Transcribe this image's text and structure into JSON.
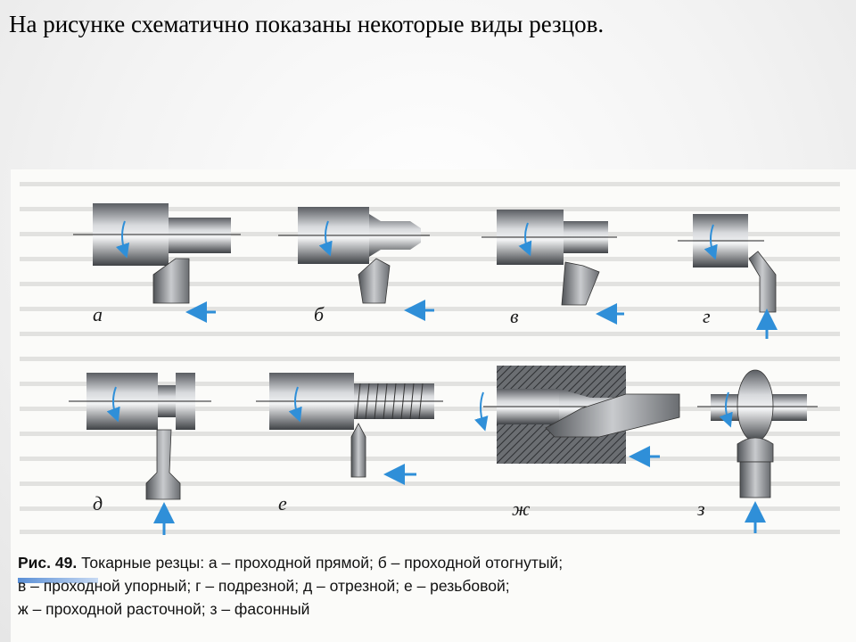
{
  "slide": {
    "title": "На рисунке  схематично показаны некоторые виды резцов."
  },
  "figure": {
    "panels": [
      {
        "letter": "а"
      },
      {
        "letter": "б"
      },
      {
        "letter": "в"
      },
      {
        "letter": "г"
      },
      {
        "letter": "д"
      },
      {
        "letter": "е"
      },
      {
        "letter": "ж"
      },
      {
        "letter": "з"
      }
    ],
    "caption": {
      "label": "Рис. 49.",
      "line1": "Токарные резцы: а – проходной прямой; б – проходной отогнутый;",
      "line2": "в – проходной упорный; г – подрезной; д – отрезной; е – резьбовой;",
      "line3": "ж – проходной расточной; з – фасонный"
    }
  },
  "colors": {
    "metal_dark": "#4a4d52",
    "metal_light": "#d4d6d9",
    "arrow_blue": "#2f8fd8"
  }
}
